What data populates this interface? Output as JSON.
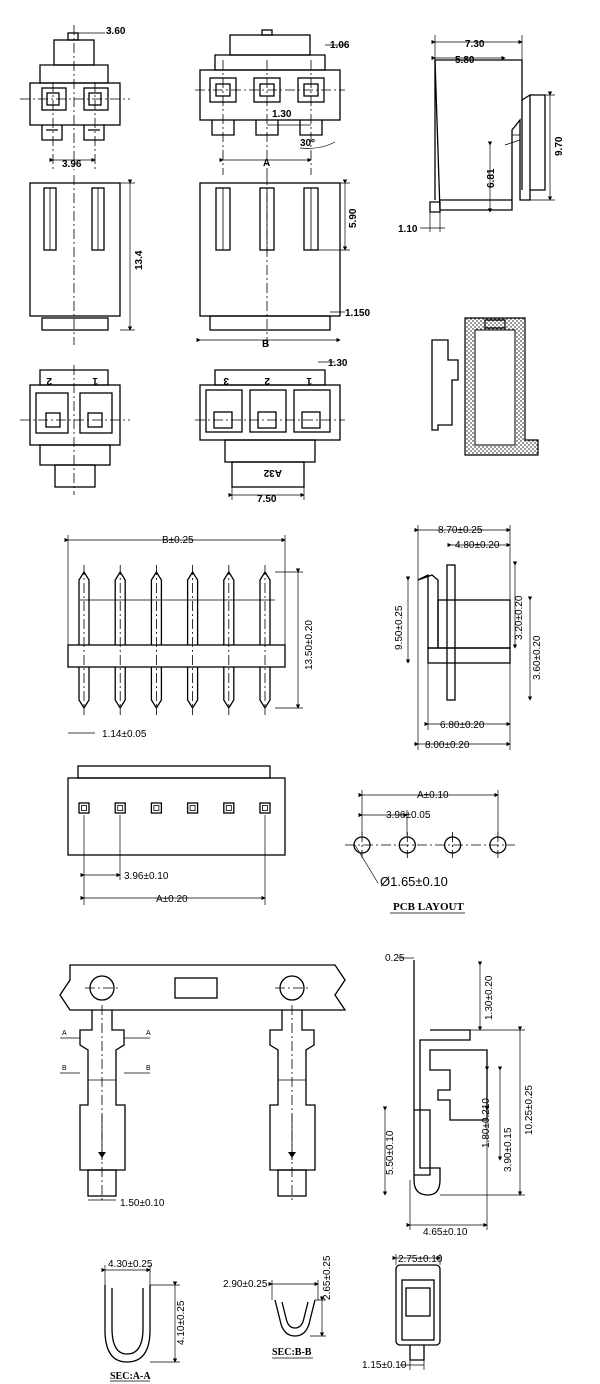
{
  "top": {
    "d_3_60": "3.60",
    "d_3_96": "3.96",
    "d_13_4": "13.4",
    "d_1_06": "1.06",
    "d_1_30a": "1.30",
    "d_30deg": "30°",
    "lbl_A": "A",
    "d_5_90": "5.90",
    "d_1_150": "1.150",
    "lbl_B": "B",
    "d_1_30b": "1.30",
    "d_7_50": "7.50",
    "mark": "A32",
    "pin_2": "2",
    "pin_1": "1",
    "pin_3": "3",
    "pin_2b": "2",
    "pin_1b": "1",
    "d_7_30": "7.30",
    "d_5_80": "5.80",
    "d_9_70": "9.70",
    "d_6_81": "6.81",
    "d_1_10": "1.10"
  },
  "header": {
    "d_B": "B±0.25",
    "d_13_50": "13.50±0.20",
    "d_1_14": "1.14±0.05",
    "d_8_70": "8.70±0.25",
    "d_4_80": "4.80±0.20",
    "d_9_50": "9.50±0.25",
    "d_3_20": "3.20±0.20",
    "d_3_60": "3.60±0.20",
    "d_6_80": "6.80±0.20",
    "d_8_00": "8.00±0.20",
    "d_3_96_10": "3.96±0.10",
    "d_A_20": "A±0.20"
  },
  "pcb": {
    "d_A_10": "A±0.10",
    "d_3_96_05": "3.96±0.05",
    "d_hole": "Ø1.65±0.10",
    "title": "PCB LAYOUT"
  },
  "terminal": {
    "lbl_A1": "A",
    "lbl_A2": "A",
    "lbl_B1": "B",
    "lbl_B2": "B",
    "d_1_50": "1.50±0.10",
    "d_0_25": "0.25",
    "d_1_30": "1.30±0.20",
    "d_10_25": "10.25±0.25",
    "d_5_50": "5.50±0.10",
    "d_1_80": "1.80±0.210",
    "d_3_90": "3.90±0.15",
    "d_4_65": "4.65±0.10"
  },
  "sections": {
    "d_4_30": "4.30±0.25",
    "d_4_10": "4.10±0.25",
    "sec_a": "SEC:A-A",
    "d_2_90": "2.90±0.25",
    "d_2_65": "2.65±0.25",
    "sec_b": "SEC:B-B",
    "d_2_75": "2.75±0.10",
    "d_1_15": "1.15±0.10"
  }
}
